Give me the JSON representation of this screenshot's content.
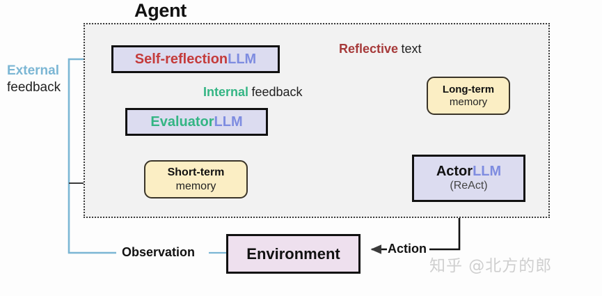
{
  "diagram": {
    "title": "Agent",
    "watermark": "知乎 @北方的郎",
    "nodes": {
      "self_reflection": {
        "primary": "Self-reflection",
        "secondary": "LLM"
      },
      "evaluator": {
        "primary": "Evaluator",
        "secondary": "LLM"
      },
      "actor": {
        "primary": "Actor",
        "secondary": "LLM",
        "sub": "(ReAct)"
      },
      "long_term": {
        "primary": "Long-term",
        "secondary": "memory"
      },
      "short_term": {
        "primary": "Short-term",
        "secondary": "memory"
      },
      "environment": {
        "primary": "Environment"
      }
    },
    "labels": {
      "external_feedback": {
        "emphasis": "External",
        "rest": "feedback"
      },
      "internal_feedback": {
        "emphasis": "Internal",
        "rest": "feedback"
      },
      "reflective_text": {
        "emphasis": "Reflective",
        "rest": "text"
      },
      "observation": "Observation",
      "action": "Action"
    },
    "colors": {
      "red": "#c43b3b",
      "dark_red": "#a63a3a",
      "blue": "#7e8ce0",
      "green": "#34b584",
      "light_blue": "#7bb6d4",
      "black": "#111111",
      "cream": "#fbeec4",
      "lavender": "#dcdcf0",
      "pink": "#eee0ee",
      "agent_fill": "#f2f2f2"
    }
  }
}
